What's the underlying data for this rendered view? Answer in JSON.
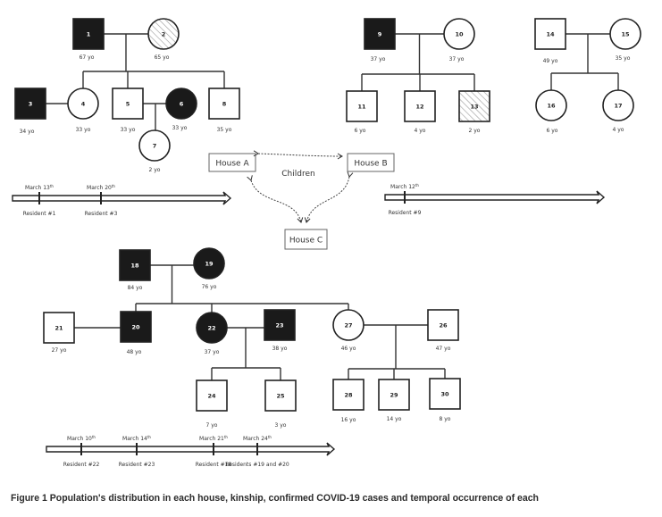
{
  "caption": "Figure 1 Population's distribution in each house, kinship, confirmed COVID-19 cases and temporal occurrence of each",
  "colors": {
    "affected": "#1a1a1a",
    "unaffected": "#ffffff",
    "hatched": "#9a9a9a",
    "line": "#333333"
  },
  "legend_status": [
    "affected",
    "unaffected",
    "hatched"
  ],
  "houses": [
    {
      "id": "A",
      "label": "House A"
    },
    {
      "id": "B",
      "label": "House B"
    },
    {
      "id": "C",
      "label": "House C"
    }
  ],
  "children_link_label": "Children",
  "people": [
    {
      "id": 1,
      "sex": "M",
      "status": "affected",
      "age": "67 yo",
      "house": "A"
    },
    {
      "id": 2,
      "sex": "F",
      "status": "hatched",
      "age": "65 yo",
      "house": "A"
    },
    {
      "id": 3,
      "sex": "M",
      "status": "affected",
      "age": "34 yo",
      "house": "A"
    },
    {
      "id": 4,
      "sex": "F",
      "status": "unaffected",
      "age": "33 yo",
      "house": "A"
    },
    {
      "id": 5,
      "sex": "M",
      "status": "unaffected",
      "age": "33 yo",
      "house": "A"
    },
    {
      "id": 6,
      "sex": "F",
      "status": "affected",
      "age": "33 yo",
      "house": "A"
    },
    {
      "id": 7,
      "sex": "F",
      "status": "unaffected",
      "age": "2 yo",
      "house": "A"
    },
    {
      "id": 8,
      "sex": "M",
      "status": "unaffected",
      "age": "35 yo",
      "house": "A"
    },
    {
      "id": 9,
      "sex": "M",
      "status": "affected",
      "age": "37 yo",
      "house": "B"
    },
    {
      "id": 10,
      "sex": "F",
      "status": "unaffected",
      "age": "37 yo",
      "house": "B"
    },
    {
      "id": 11,
      "sex": "M",
      "status": "unaffected",
      "age": "6 yo",
      "house": "B"
    },
    {
      "id": 12,
      "sex": "M",
      "status": "unaffected",
      "age": "4 yo",
      "house": "B"
    },
    {
      "id": 13,
      "sex": "M",
      "status": "hatched",
      "age": "2 yo",
      "house": "B"
    },
    {
      "id": 14,
      "sex": "M",
      "status": "unaffected",
      "age": "49 yo",
      "house": "B"
    },
    {
      "id": 15,
      "sex": "F",
      "status": "unaffected",
      "age": "35 yo",
      "house": "B"
    },
    {
      "id": 16,
      "sex": "F",
      "status": "unaffected",
      "age": "6 yo",
      "house": "B"
    },
    {
      "id": 17,
      "sex": "F",
      "status": "unaffected",
      "age": "4 yo",
      "house": "B"
    },
    {
      "id": 18,
      "sex": "M",
      "status": "affected",
      "age": "84 yo",
      "house": "C"
    },
    {
      "id": 19,
      "sex": "F",
      "status": "affected",
      "age": "76 yo",
      "house": "C"
    },
    {
      "id": 20,
      "sex": "M",
      "status": "affected",
      "age": "48 yo",
      "house": "C"
    },
    {
      "id": 21,
      "sex": "M",
      "status": "unaffected",
      "age": "27 yo",
      "house": "C"
    },
    {
      "id": 22,
      "sex": "F",
      "status": "affected",
      "age": "37 yo",
      "house": "C"
    },
    {
      "id": 23,
      "sex": "M",
      "status": "affected",
      "age": "38 yo",
      "house": "C"
    },
    {
      "id": 24,
      "sex": "M",
      "status": "unaffected",
      "age": "7 yo",
      "house": "C"
    },
    {
      "id": 25,
      "sex": "M",
      "status": "unaffected",
      "age": "3 yo",
      "house": "C"
    },
    {
      "id": 26,
      "sex": "M",
      "status": "unaffected",
      "age": "47 yo",
      "house": "C"
    },
    {
      "id": 27,
      "sex": "F",
      "status": "unaffected",
      "age": "46 yo",
      "house": "C"
    },
    {
      "id": 28,
      "sex": "M",
      "status": "unaffected",
      "age": "16 yo",
      "house": "C"
    },
    {
      "id": 29,
      "sex": "M",
      "status": "unaffected",
      "age": "14 yo",
      "house": "C"
    },
    {
      "id": 30,
      "sex": "M",
      "status": "unaffected",
      "age": "8 yo",
      "house": "C"
    }
  ],
  "couples": [
    {
      "partners": [
        1,
        2
      ],
      "children": [
        4,
        5,
        8
      ]
    },
    {
      "partners": [
        3,
        4
      ],
      "children": []
    },
    {
      "partners": [
        5,
        6
      ],
      "children": [
        7
      ]
    },
    {
      "partners": [
        9,
        10
      ],
      "children": [
        11,
        12,
        13
      ]
    },
    {
      "partners": [
        14,
        15
      ],
      "children": [
        16,
        17
      ]
    },
    {
      "partners": [
        18,
        19
      ],
      "children": [
        20,
        22,
        27
      ]
    },
    {
      "partners": [
        21,
        20
      ],
      "children": []
    },
    {
      "partners": [
        22,
        23
      ],
      "children": [
        24,
        25
      ]
    },
    {
      "partners": [
        27,
        26
      ],
      "children": [
        28,
        29,
        30
      ]
    }
  ],
  "timelines": [
    {
      "house": "A",
      "events": [
        {
          "date": "March 13",
          "sup": "th",
          "label": "Resident #1"
        },
        {
          "date": "March 20",
          "sup": "th",
          "label": "Resident #3"
        }
      ]
    },
    {
      "house": "B",
      "events": [
        {
          "date": "March 12",
          "sup": "th",
          "label": "Resident #9"
        }
      ]
    },
    {
      "house": "C",
      "events": [
        {
          "date": "March 10",
          "sup": "th",
          "label": "Resident #22"
        },
        {
          "date": "March 14",
          "sup": "th",
          "label": "Resident #23"
        },
        {
          "date": "March 21",
          "sup": "th",
          "label": "Resident #18"
        },
        {
          "date": "March 24",
          "sup": "th",
          "label": "Residents #19 and #20"
        }
      ]
    }
  ]
}
